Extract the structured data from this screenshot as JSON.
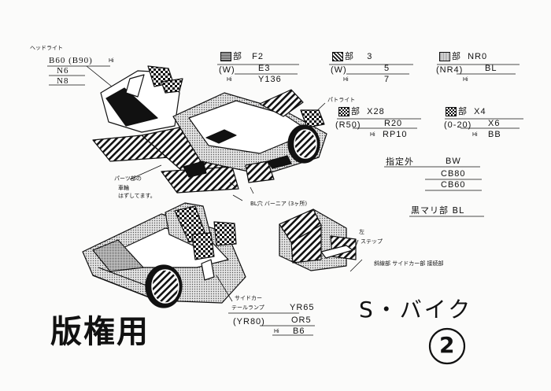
{
  "annotations": {
    "headlight": {
      "label": "ヘッドライト",
      "row1": "B60 (B90)",
      "row1_hi": "Hi",
      "row2": "N6",
      "row3": "N8"
    },
    "part_f2": {
      "swatch_label": "部",
      "code": "F2",
      "paren": "(W)",
      "mid": "E3",
      "hi": "Hi",
      "bottom": "Y136"
    },
    "part_3": {
      "swatch_label": "部",
      "code": "3",
      "paren": "(W)",
      "mid": "5",
      "hi": "Hi",
      "bottom": "7"
    },
    "part_nr0": {
      "swatch_label": "部",
      "code": "NR0",
      "paren": "(NR4)",
      "mid": "BL",
      "hi": "Hi"
    },
    "part_light": {
      "label": "パトライト",
      "swatch_label": "部",
      "code": "X28",
      "paren": "(R50)",
      "mid": "R20",
      "hi": "Hi",
      "bottom": "RP10"
    },
    "part_x4": {
      "swatch_label": "部",
      "code": "X4",
      "paren": "(0-20)",
      "mid": "X6",
      "hi": "Hi",
      "bottom": "BB"
    },
    "shitei": {
      "label": "指定外",
      "value": "BW",
      "row2": "CB80",
      "row3": "CB60"
    },
    "black": {
      "label": "黒マリ部 BL"
    },
    "parts_note": {
      "line1": "パーツ部の",
      "line2": "車輪",
      "line3": "はずしてます。"
    },
    "vernier": {
      "label": "BL穴 バーニア (3ヶ所)"
    },
    "step": {
      "line1": "左",
      "line2": "ステップ"
    },
    "joint": {
      "label": "斜線部 サイドカー部 接続部"
    },
    "sidecar": {
      "label1": "サイドカー",
      "label2": "テールランプ",
      "code": "YR65",
      "paren": "(YR80)",
      "mid": "OR5",
      "hi": "Hi",
      "bottom": "B6"
    }
  },
  "footer": {
    "stamp": "版権用",
    "title": "S・バイク",
    "page_number": "2"
  }
}
